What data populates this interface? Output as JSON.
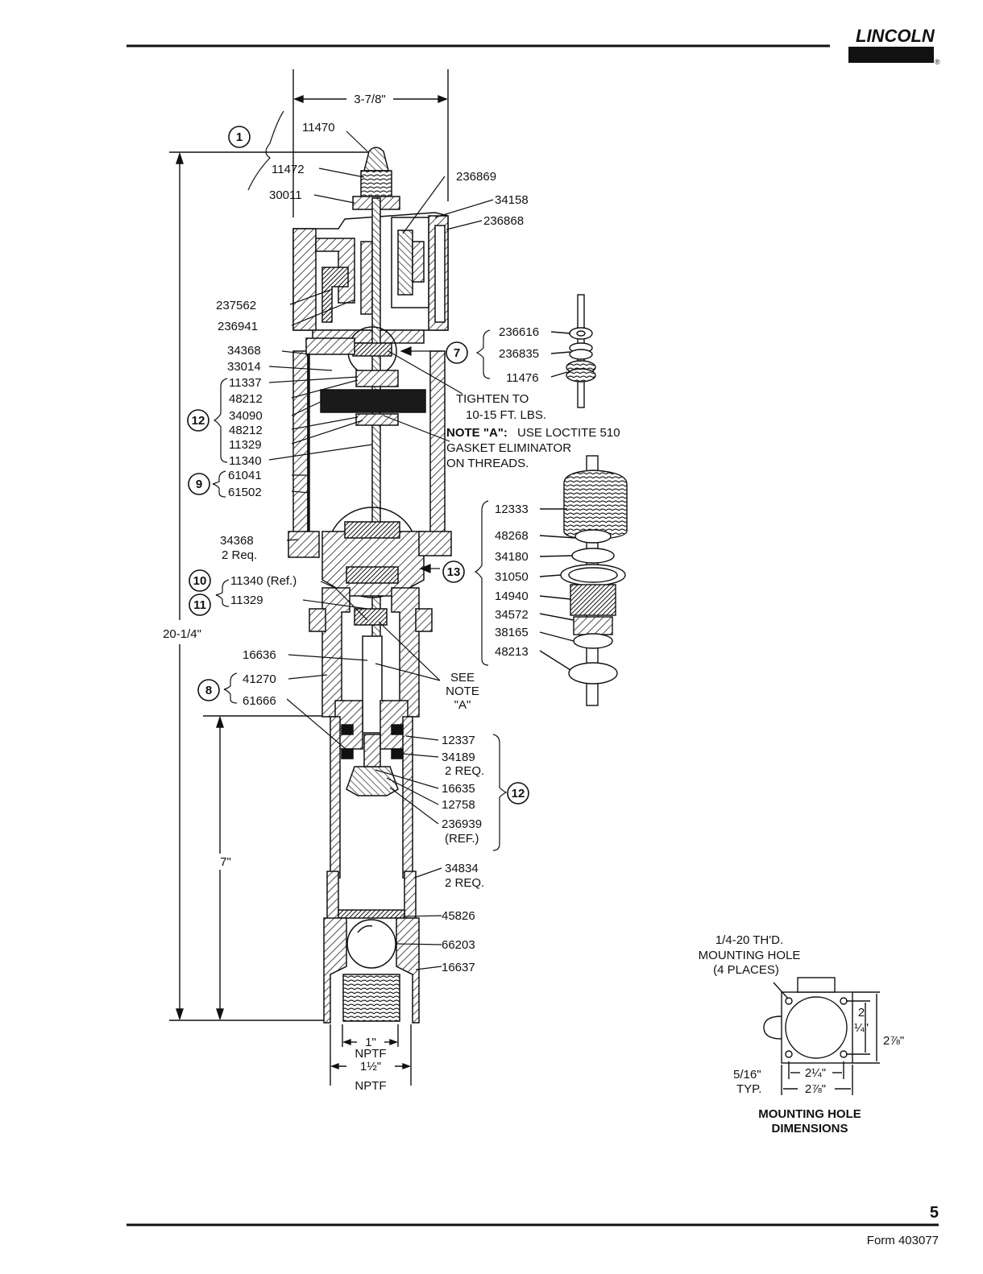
{
  "header": {
    "brand": "LINCOLN",
    "registered": "®"
  },
  "footer": {
    "page_number": "5",
    "form": "Form 403077"
  },
  "dimensions": {
    "top_width": "3-7/8\"",
    "overall_height": "20-1/4\"",
    "lower_height": "7\"",
    "outlet_inner": "1\"",
    "outlet_inner_unit": "NPTF",
    "outlet_outer": "1½\"",
    "outlet_outer_unit": "NPTF"
  },
  "callouts": [
    "1",
    "12",
    "9",
    "10",
    "11",
    "8",
    "7",
    "13",
    "12"
  ],
  "parts_left": [
    "11470",
    "11472",
    "30011",
    "237562",
    "236941",
    "34368",
    "33014",
    "11337",
    "48212",
    "34090",
    "48212",
    "11329",
    "11340",
    "61041",
    "61502",
    "34368",
    "2 Req.",
    "11340 (Ref.)",
    "11329",
    "16636",
    "41270",
    "61666"
  ],
  "parts_right": [
    "236869",
    "34158",
    "236868",
    "12337",
    "34189",
    "2 REQ.",
    "16635",
    "12758",
    "236939",
    "(REF.)",
    "34834",
    "2 REQ.",
    "45826",
    "66203",
    "16637"
  ],
  "detail_7_parts": [
    "236616",
    "236835",
    "11476"
  ],
  "detail_13_parts": [
    "12333",
    "48268",
    "34180",
    "31050",
    "14940",
    "34572",
    "38165",
    "48213"
  ],
  "notes": {
    "tighten_1": "TIGHTEN TO",
    "tighten_2": "10-15 FT. LBS.",
    "note_a_label": "NOTE \"A\":",
    "note_a_1": "USE LOCTITE 510",
    "note_a_2": "GASKET ELIMINATOR",
    "note_a_3": "ON THREADS.",
    "see_1": "SEE",
    "see_2": "NOTE",
    "see_3": "\"A\""
  },
  "mounting": {
    "hole_1": "1/4-20 TH'D.",
    "hole_2": "MOUNTING HOLE",
    "hole_3": "(4 PLACES)",
    "dim_h_inner": "2¼\"",
    "dim_h_outer": "2⅞\"",
    "dim_v_inner_a": "2",
    "dim_v_inner_b": "¼\"",
    "dim_v_outer": "2⅞\"",
    "edge_1": "5/16\"",
    "edge_2": "TYP.",
    "title_1": "MOUNTING HOLE",
    "title_2": "DIMENSIONS"
  }
}
